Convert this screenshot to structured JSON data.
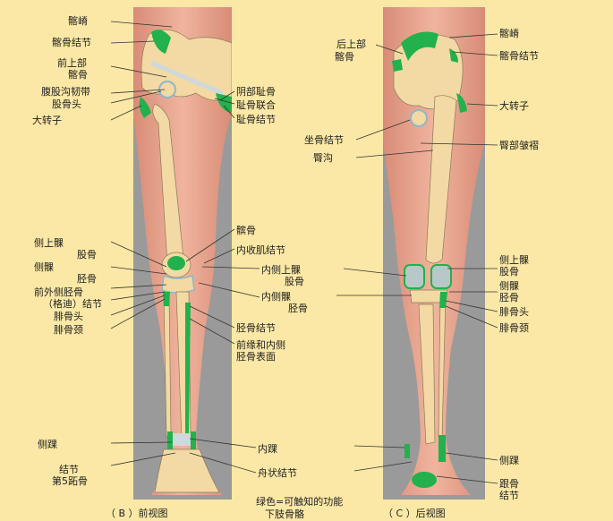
{
  "anterior": {
    "labels": {
      "iliac_crest": "髂嵴",
      "iliac_tubercle": "髂骨结节",
      "anterior_superior": "前上部",
      "ilium": "髂骨",
      "inguinal_ligament": "腹股沟韧带",
      "femoral_head": "股骨头",
      "greater_trochanter": "大转子",
      "pubic_bone": "阴部耻骨",
      "pubic_symphysis": "耻骨联合",
      "pubic_tubercle": "耻骨结节",
      "patella": "髌骨",
      "adductor_tubercle": "内收肌结节",
      "lateral_epicondyle": "侧上髁",
      "femur_l1": "股骨",
      "lateral_condyle": "侧髁",
      "tibia_l1": "胫骨",
      "gerdy_l1": "前外侧胫骨",
      "gerdy_l2": "（格迪）结节",
      "fibular_head": "腓骨头",
      "fibular_neck": "腓骨颈",
      "medial_epicondyle": "内侧上髁",
      "femur_r": "股骨",
      "medial_condyle": "内侧髁",
      "tibia_r": "胫骨",
      "tibial_tuberosity": "胫骨结节",
      "tibia_anterior_l1": "前缘和内侧",
      "tibia_anterior_l2": "胫骨表面",
      "lateral_malleolus": "侧踝",
      "tubercle_5th_l1": "结节",
      "tubercle_5th_l2": "第5跖骨",
      "medial_malleolus": "内踝",
      "navicular_tubercle": "舟状结节"
    },
    "caption": "（ B ）前视图"
  },
  "legend": {
    "line1": "绿色=可触知的功能",
    "line2": "下肢骨骼"
  },
  "posterior": {
    "labels": {
      "posterior_superior": "后上部",
      "ilium": "髂骨",
      "iliac_crest": "髂嵴",
      "iliac_tubercle": "髂骨结节",
      "greater_trochanter": "大转子",
      "ischial_tuberosity": "坐骨结节",
      "gluteal_fold": "臀部皱褶",
      "gluteal_cleft": "臀沟",
      "lateral_epicondyle": "侧上髁",
      "femur": "股骨",
      "lateral_condyle": "侧髁",
      "tibia": "胫骨",
      "fibular_head": "腓骨头",
      "fibular_neck": "腓骨颈",
      "lateral_malleolus": "侧踝",
      "calcaneus_l1": "跟骨",
      "calcaneus_l2": "结节"
    },
    "caption": "（ C ）后视图"
  },
  "colors": {
    "background": "#fbe8a6",
    "bone": "#f3d9a3",
    "palpable": "#22b14c",
    "skin": "#e9a58e",
    "leader": "#333333"
  }
}
